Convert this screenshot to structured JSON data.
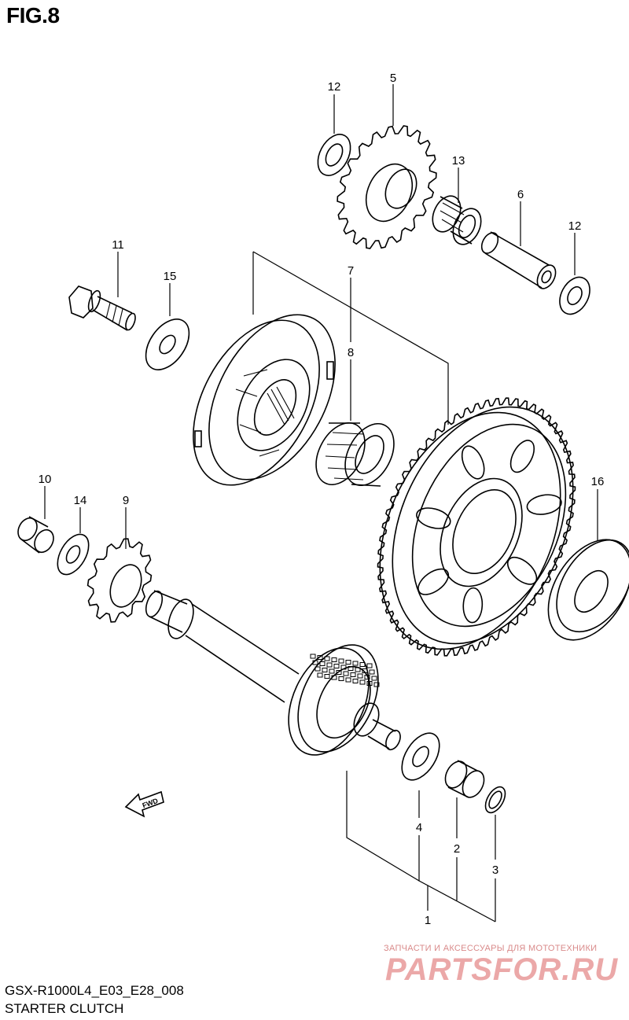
{
  "figure": {
    "title": "FIG.8"
  },
  "callouts": [
    "12",
    "5",
    "13",
    "6",
    "12",
    "11",
    "15",
    "7",
    "8",
    "16",
    "10",
    "14",
    "9",
    "4",
    "2",
    "3",
    "1"
  ],
  "fwd_label": "FWD",
  "footer": {
    "model_code": "GSX-R1000L4_E03_E28_008",
    "section_name": "STARTER CLUTCH"
  },
  "watermark": {
    "tagline": "ЗАПЧАСТИ И АКСЕССУАРЫ ДЛЯ МОТОТЕХНИКИ",
    "brand": "PARTSFOR.RU"
  }
}
